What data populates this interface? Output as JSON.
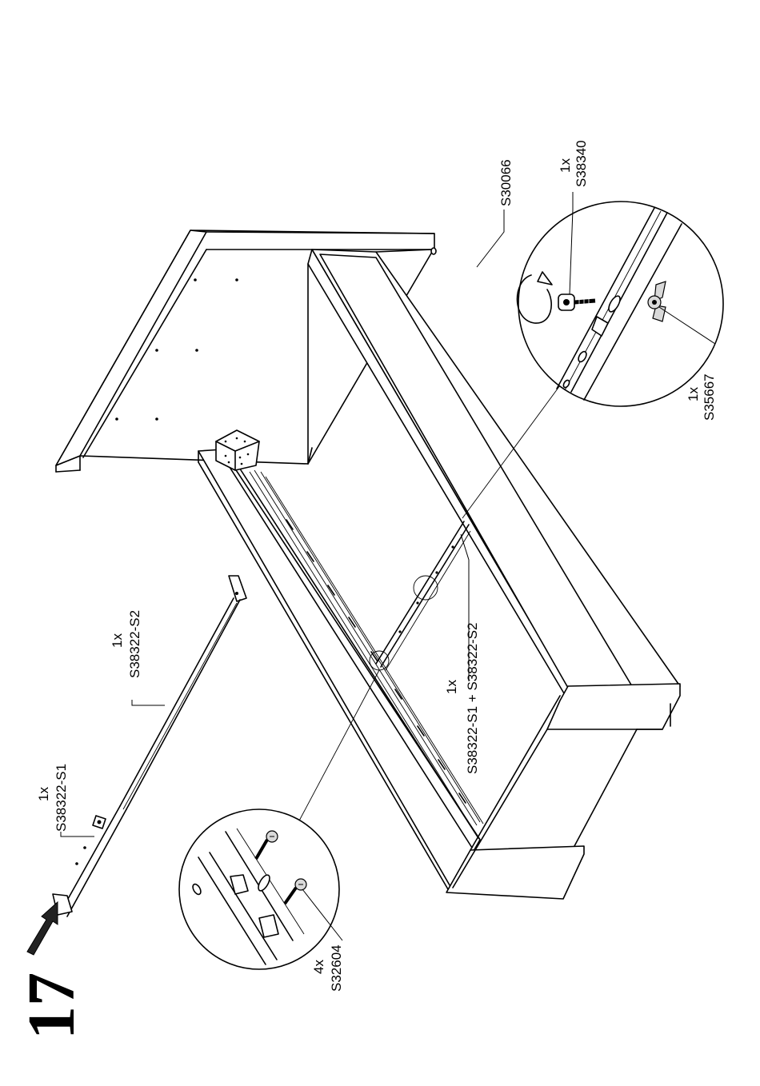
{
  "step_number": "17",
  "parts": [
    {
      "id": "rail-s1",
      "qty": "1x",
      "code": "S38322-S1"
    },
    {
      "id": "rail-s2",
      "qty": "1x",
      "code": "S38322-S2"
    },
    {
      "id": "rail-combined",
      "qty": "1x",
      "code": "S38322-S1 + S38322-S2"
    },
    {
      "id": "tool",
      "qty": "",
      "code": "S30066"
    },
    {
      "id": "bolt",
      "qty": "1x",
      "code": "S38340"
    },
    {
      "id": "wingnut",
      "qty": "1x",
      "code": "S35667"
    },
    {
      "id": "screw",
      "qty": "4x",
      "code": "S32604"
    }
  ]
}
